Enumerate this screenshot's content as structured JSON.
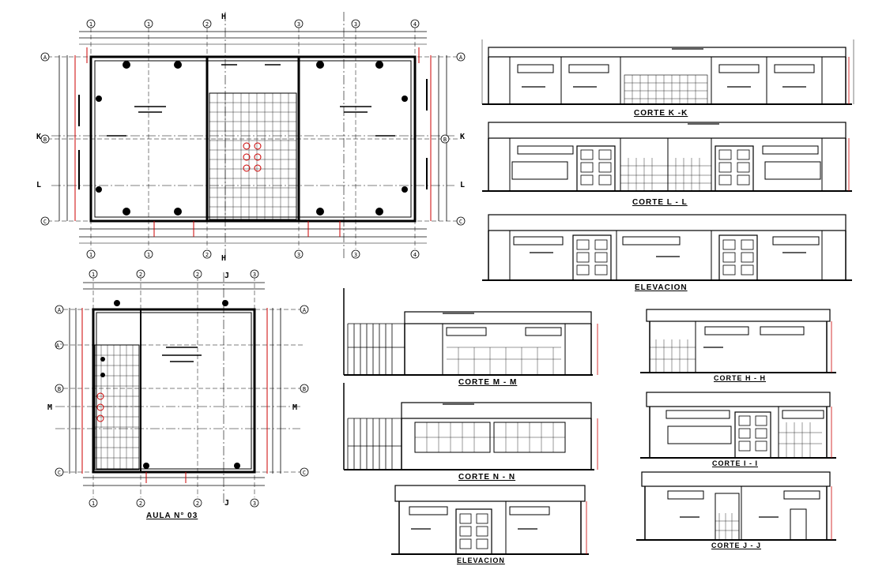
{
  "sheet": {
    "plans": {
      "plan_main": {
        "grid_cols_top": [
          "1",
          "1",
          "2",
          "3",
          "3",
          "4"
        ],
        "grid_cols_bottom": [
          "1",
          "1",
          "2",
          "3",
          "3",
          "4"
        ],
        "grid_rows_left": [
          "A",
          "B",
          "C"
        ],
        "grid_rows_right": [
          "A",
          "B",
          "C"
        ],
        "section_marks": [
          "K",
          "K",
          "L",
          "L",
          "H",
          "H"
        ]
      },
      "plan_aula": {
        "title": "AULA N° 03",
        "grid_cols_top": [
          "1",
          "2",
          "2",
          "3"
        ],
        "grid_cols_bottom": [
          "1",
          "2",
          "2",
          "3"
        ],
        "grid_rows_left": [
          "A",
          "A'",
          "B",
          "C"
        ],
        "grid_rows_right": [
          "A",
          "B",
          "C"
        ],
        "section_marks": [
          "M",
          "M",
          "J",
          "J"
        ]
      }
    },
    "views": {
      "corte_kk": "CORTE K -K",
      "corte_ll": "CORTE L - L",
      "elevacion_top": "ELEVACION",
      "corte_mm": "CORTE M - M",
      "corte_nn": "CORTE N - N",
      "elevacion_bottom": "ELEVACION",
      "corte_hh": "CORTE H - H",
      "corte_ii": "CORTE I - I",
      "corte_jj": "CORTE J - J"
    },
    "colors": {
      "line": "#000000",
      "dim": "#cc0000",
      "bg": "#ffffff"
    }
  }
}
